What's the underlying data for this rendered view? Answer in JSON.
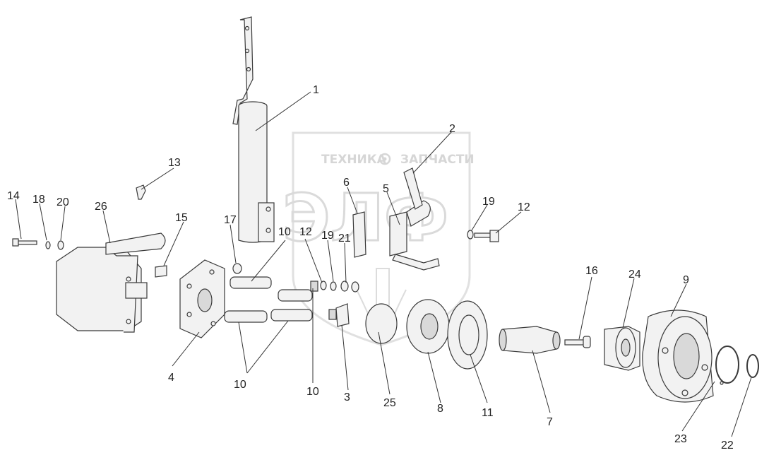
{
  "watermark": {
    "line1_left": "ТЕХНИКА",
    "line1_right": "ЗАПЧАСТИ",
    "big": "ЭЛФ",
    "icon": "gear-icon"
  },
  "callouts": [
    {
      "id": "c1",
      "text": "1"
    },
    {
      "id": "c2",
      "text": "2"
    },
    {
      "id": "c3",
      "text": "3"
    },
    {
      "id": "c4",
      "text": "4"
    },
    {
      "id": "c5",
      "text": "5"
    },
    {
      "id": "c6",
      "text": "6"
    },
    {
      "id": "c7",
      "text": "7"
    },
    {
      "id": "c8",
      "text": "8"
    },
    {
      "id": "c9",
      "text": "9"
    },
    {
      "id": "c10a",
      "text": "10"
    },
    {
      "id": "c10b",
      "text": "10"
    },
    {
      "id": "c10c",
      "text": "10"
    },
    {
      "id": "c11",
      "text": "11"
    },
    {
      "id": "c12a",
      "text": "12"
    },
    {
      "id": "c12b",
      "text": "12"
    },
    {
      "id": "c13",
      "text": "13"
    },
    {
      "id": "c14",
      "text": "14"
    },
    {
      "id": "c15",
      "text": "15"
    },
    {
      "id": "c16",
      "text": "16"
    },
    {
      "id": "c17",
      "text": "17"
    },
    {
      "id": "c18",
      "text": "18"
    },
    {
      "id": "c19a",
      "text": "19"
    },
    {
      "id": "c19b",
      "text": "19"
    },
    {
      "id": "c20",
      "text": "20"
    },
    {
      "id": "c21",
      "text": "21"
    },
    {
      "id": "c22",
      "text": "22"
    },
    {
      "id": "c23",
      "text": "23"
    },
    {
      "id": "c24",
      "text": "24"
    },
    {
      "id": "c25",
      "text": "25"
    },
    {
      "id": "c26",
      "text": "26"
    }
  ]
}
